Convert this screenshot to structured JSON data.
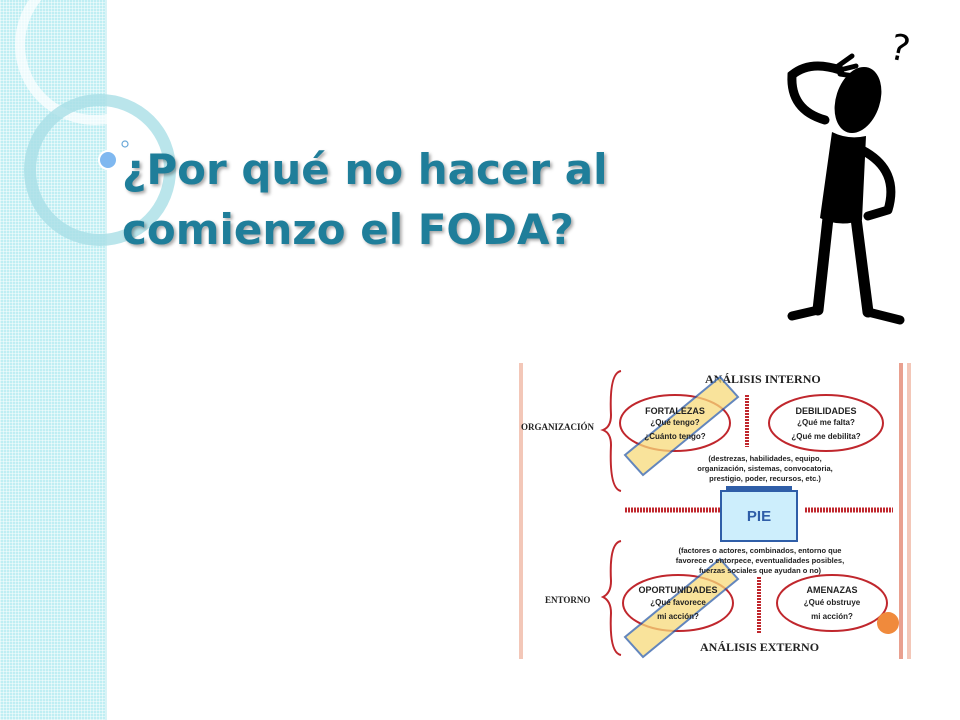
{
  "slide": {
    "title_line1": "¿Por qué no hacer al",
    "title_line2": "comienzo el FODA?"
  },
  "figure": {
    "question_mark": "?"
  },
  "diagram": {
    "analisis_interno": "ANÁLISIS INTERNO",
    "analisis_externo": "ANÁLISIS EXTERNO",
    "organizacion": "ORGANIZACIÓN",
    "entorno": "ENTORNO",
    "fortalezas": {
      "title": "FORTALEZAS",
      "line1": "¿Qué tengo?",
      "line2": "¿Cuánto tengo?"
    },
    "debilidades": {
      "title": "DEBILIDADES",
      "line1": "¿Qué me falta?",
      "line2": "¿Qué me debilita?"
    },
    "oportunidades": {
      "title": "OPORTUNIDADES",
      "line1": "¿Qué favorece",
      "line2": "mi acción?"
    },
    "amenazas": {
      "title": "AMENAZAS",
      "line1": "¿Qué obstruye",
      "line2": "mi acción?"
    },
    "internal_note": [
      "(destrezas, habilidades, equipo,",
      "organización, sistemas, convocatoria,",
      "prestigio, poder, recursos, etc.)"
    ],
    "external_note": [
      "(factores o actores, combinados, entorno que",
      "favorece o entorpece, eventualidades posibles,",
      "fuerzas sociales que ayudan o no)"
    ],
    "pie_label": "PIE"
  },
  "colors": {
    "title": "#1f7e9a",
    "band": "#bfeef3",
    "ellipse": "#c0272d",
    "highlight": "#f7da7a",
    "highlight_border": "#2f5ea8",
    "orange_dot": "#f08a3c"
  }
}
